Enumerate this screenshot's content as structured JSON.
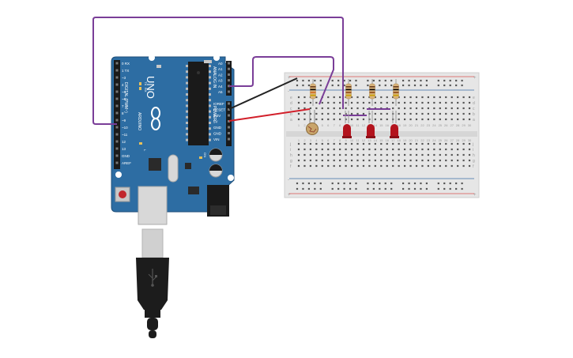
{
  "board": {
    "brand": "ARDUINO",
    "model": "UNO",
    "digital_header": "DIGITAL (PWM~)",
    "analog_header": "ANALOG IN",
    "power_header": "POWER",
    "digital_pins": [
      "0 RX",
      "1 TX",
      "~3",
      "4",
      "~5",
      "~6",
      "7",
      "8",
      "~9",
      "~10",
      "~11",
      "12",
      "13",
      "GND",
      "AREF"
    ],
    "analog_pins": [
      "A0",
      "A1",
      "A2",
      "A3",
      "A4",
      "A5"
    ],
    "power_pins": [
      "IOREF",
      "RESET",
      "3.3V",
      "5V",
      "GND",
      "GND",
      "VIN"
    ],
    "tx_label": "TX",
    "rx_label": "RX",
    "l_label": "L",
    "on_label": "ON"
  },
  "breadboard": {
    "row_letters_top": [
      "a",
      "b",
      "c",
      "d",
      "e"
    ],
    "row_letters_bottom": [
      "f",
      "g",
      "h",
      "i",
      "j"
    ],
    "columns": 30,
    "rail_plus": "+",
    "rail_minus": "-"
  },
  "colors": {
    "board": "#2d6da3",
    "board_edge": "#1f4e78",
    "wire_purple": "#7a3e98",
    "wire_red": "#d21f2a",
    "wire_black": "#222222",
    "led_red": "#b3131d",
    "breadboard": "#e6e6e6",
    "rail_red": "#d9534f",
    "rail_blue": "#3a6ea5"
  },
  "components": {
    "leds": 3,
    "resistors": 4,
    "photoresistors": 1
  }
}
